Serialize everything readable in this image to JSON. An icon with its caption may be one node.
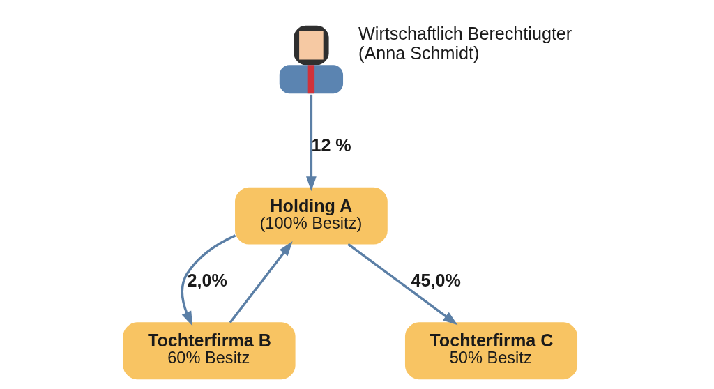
{
  "diagram": {
    "nodes": [
      {
        "text": [],
        "shape": "person",
        "beside": [
          "Wirtschaftlich Berechtiugter (Anna Schmidt)"
        ]
      },
      {
        "text": [
          "Holding A",
          "(100% Besitz)"
        ]
      },
      {
        "text": [
          "Tochterfirma B",
          "60% Besitz"
        ]
      },
      {
        "text": [
          "Tochterfirma C",
          "50% Besitz"
        ]
      }
    ],
    "edges": [
      {
        "from": 0,
        "to": 1,
        "arrow": "to",
        "label": "12 %"
      },
      {
        "from": 1,
        "to": 2,
        "arrow": "to",
        "label": "2,0%"
      },
      {
        "from": 1,
        "to": 3,
        "arrow": "to",
        "label": "45,0%"
      },
      {
        "from": 2,
        "to": 1,
        "arrow": "to"
      }
    ]
  }
}
